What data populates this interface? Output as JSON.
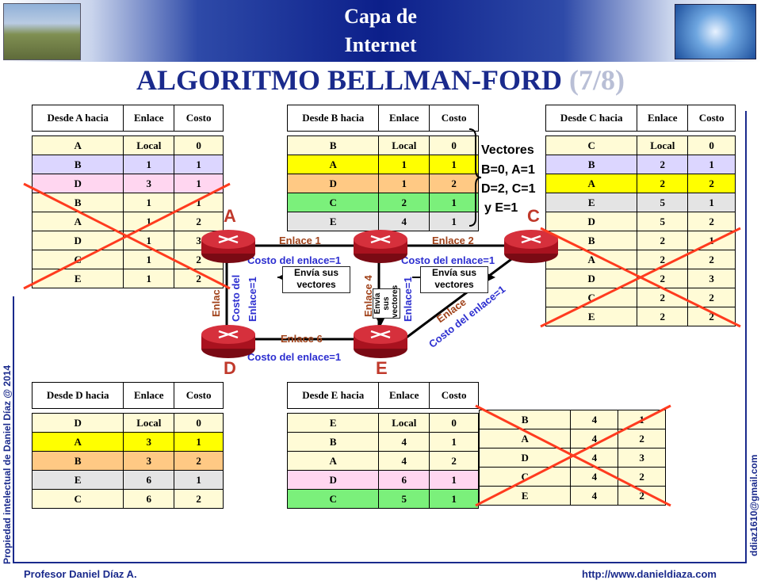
{
  "header": {
    "title_line1": "Capa de",
    "title_line2": "Internet"
  },
  "main_title": {
    "text": "ALGORITMO BELLMAN-FORD",
    "page": "(7/8)"
  },
  "table_a": {
    "headers": [
      "Desde A hacia",
      "Enlace",
      "Costo"
    ],
    "rows": [
      [
        "A",
        "Local",
        "0"
      ],
      [
        "B",
        "1",
        "1"
      ],
      [
        "D",
        "3",
        "1"
      ],
      [
        "B",
        "1",
        "1"
      ],
      [
        "A",
        "1",
        "2"
      ],
      [
        "D",
        "1",
        "3"
      ],
      [
        "C",
        "1",
        "2"
      ],
      [
        "E",
        "1",
        "2"
      ]
    ]
  },
  "table_b": {
    "headers": [
      "Desde B hacia",
      "Enlace",
      "Costo"
    ],
    "rows": [
      [
        "B",
        "Local",
        "0"
      ],
      [
        "A",
        "1",
        "1"
      ],
      [
        "D",
        "1",
        "2"
      ],
      [
        "C",
        "2",
        "1"
      ],
      [
        "E",
        "4",
        "1"
      ]
    ]
  },
  "table_c": {
    "headers": [
      "Desde C hacia",
      "Enlace",
      "Costo"
    ],
    "rows": [
      [
        "C",
        "Local",
        "0"
      ],
      [
        "B",
        "2",
        "1"
      ],
      [
        "A",
        "2",
        "2"
      ],
      [
        "E",
        "5",
        "1"
      ],
      [
        "D",
        "5",
        "2"
      ],
      [
        "B",
        "2",
        "1"
      ],
      [
        "A",
        "2",
        "2"
      ],
      [
        "D",
        "2",
        "3"
      ],
      [
        "C",
        "2",
        "2"
      ],
      [
        "E",
        "2",
        "2"
      ]
    ]
  },
  "table_d": {
    "headers": [
      "Desde D hacia",
      "Enlace",
      "Costo"
    ],
    "rows": [
      [
        "D",
        "Local",
        "0"
      ],
      [
        "A",
        "3",
        "1"
      ],
      [
        "B",
        "3",
        "2"
      ],
      [
        "E",
        "6",
        "1"
      ],
      [
        "C",
        "6",
        "2"
      ]
    ]
  },
  "table_e": {
    "headers": [
      "Desde E hacia",
      "Enlace",
      "Costo"
    ],
    "rows": [
      [
        "E",
        "Local",
        "0"
      ],
      [
        "B",
        "4",
        "1"
      ],
      [
        "A",
        "4",
        "2"
      ],
      [
        "D",
        "6",
        "1"
      ],
      [
        "C",
        "5",
        "1"
      ]
    ]
  },
  "table_e_recv": {
    "rows": [
      [
        "B",
        "4",
        "1"
      ],
      [
        "A",
        "4",
        "2"
      ],
      [
        "D",
        "4",
        "3"
      ],
      [
        "C",
        "4",
        "2"
      ],
      [
        "E",
        "4",
        "2"
      ]
    ]
  },
  "vectors": {
    "l1": "Vectores",
    "l2": "B=0, A=1",
    "l3": "D=2, C=1",
    "l4": "y E=1"
  },
  "nodes": {
    "a": "A",
    "c": "C",
    "d": "D",
    "e": "E"
  },
  "links": {
    "l1": "Enlace 1",
    "l2": "Enlace 2",
    "l4": "Enlace 4",
    "l6": "Enlace 6",
    "l3_partial": "Enlac",
    "l5_partial": "Enlace"
  },
  "costs": {
    "ab": "Costo del enlace=1",
    "bc": "Costo del enlace=1",
    "de": "Costo del enlace=1",
    "ce": "Costo del enlace=1",
    "ad_l1": "Costo del",
    "ad_l2": "Enlace=1",
    "be": "Enlace=1"
  },
  "notes": {
    "left": "Envía sus vectores",
    "right": "Envía sus vectores",
    "center": "Envía sus vectores"
  },
  "footer": {
    "left": "Profesor Daniel Díaz A.",
    "right": "http://www.danieldiaza.com"
  },
  "side": {
    "left": "Propiedad intelectual de Daniel Díaz @ 2014",
    "right": "ddiaz1610@gmail.com"
  },
  "colors": {
    "title": "#1a2a8c",
    "cross": "#ff3b1f",
    "link_label": "#a0421a",
    "cost_label": "#2c2ed0",
    "node_letter": "#c0392b"
  }
}
